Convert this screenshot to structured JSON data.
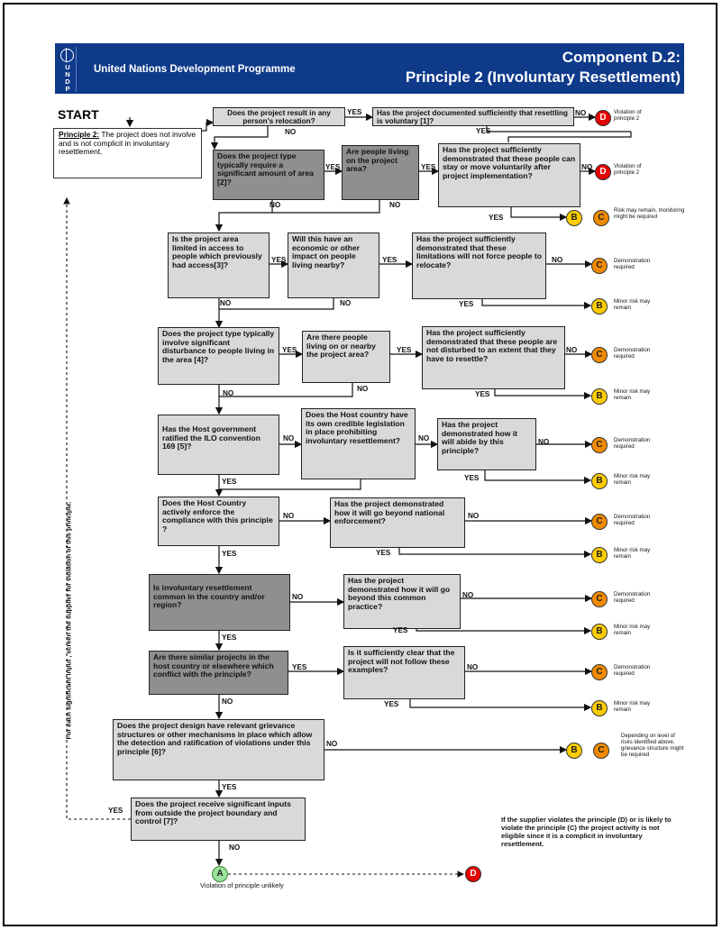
{
  "header": {
    "org": "United Nations Development Programme",
    "title_line1": "Component D.2:",
    "title_line2": "Principle 2 (Involuntary Resettlement)",
    "logo_letters": [
      "U",
      "N",
      "D",
      "P"
    ],
    "color": "#0f3a8a"
  },
  "start_label": "START",
  "principle": {
    "label": "Principle 2:",
    "text": " The project does not involve and is not complicit in involuntary resettlement."
  },
  "side_text": "For each significant input , screen the supplier for violation of this principle.",
  "questions": {
    "q1": "Does the project result in any person's relocation?",
    "q1b": "Has the project documented sufficiently that resettling is voluntary [1]?",
    "q2": "Does the project type typically require a significant amount of area [2]?",
    "q2b": "Are people living on the project area?",
    "q2c": "Has the project sufficiently demonstrated that these people can stay or move voluntarily after project implementation?",
    "q3": "Is the project area limited in access to people which previously had access[3]?",
    "q3b": "Will this have an economic or other impact on people living nearby?",
    "q3c": "Has the project sufficiently demonstrated that these limitations will not force people to relocate?",
    "q4": "Does the project type typically involve significant disturbance to people living in the area [4]?",
    "q4b": "Are there people living on or nearby the project area?",
    "q4c": "Has the project sufficiently demonstrated that these people are not disturbed to an extent that they have to resettle?",
    "q5": "Has the Host government ratified the ILO convention 169 [5]?",
    "q5b": "Does the Host country have its own credible legislation in place prohibiting involuntary resettlement?",
    "q5c": "Has the project demonstrated how it will abide by this principle?",
    "q6": "Does the Host Country actively enforce the compliance with this principle ?",
    "q6b": "Has the project demonstrated how it will go beyond national enforcement?",
    "q7": "Is involuntary resettlement common in the country and/or region?",
    "q7b": "Has the project demonstrated how it will go beyond this common practice?",
    "q8": "Are there similar projects in the host country or elsewhere which conflict with the principle?",
    "q8b": "Is it sufficiently clear that the project will not follow these examples?",
    "q9": "Does the project design have relevant grievance structures or other mechanisms in place which allow the detection and ratification of violations under this principle [6]?",
    "q10": "Does the project receive significant inputs from outside the project boundary and control [7]?"
  },
  "labels": {
    "yes": "YES",
    "no": "NO"
  },
  "outcomes": {
    "A": "A",
    "B": "B",
    "C": "C",
    "D": "D"
  },
  "notes": {
    "violation": "Violation of principle 2",
    "risk_monitoring": "Risk may remain, monitoring might be required",
    "demonstration": "Demonstration required",
    "minor_risk": "Minor risk may remain",
    "grievance": "Depending on level of risks identified above, grievance structure might be required"
  },
  "a_caption": "Violation of principle unlikely",
  "conclusion": "If the supplier violates the principle (D) or is likely to violate the principle (C) the project activity is not eligible since it is a complicit in involuntary resettlement."
}
